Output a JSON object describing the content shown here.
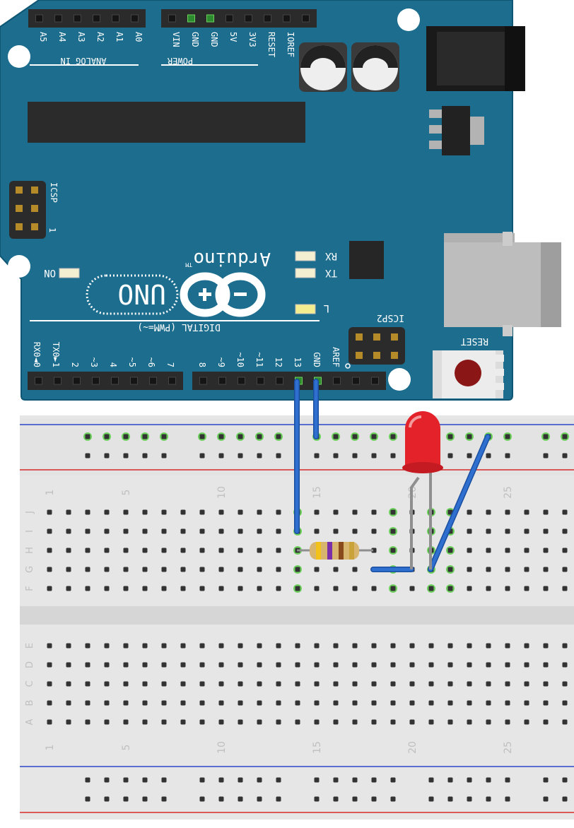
{
  "board": {
    "brand": "Arduino",
    "trademark": "TM",
    "model": "UNO",
    "analog_header": {
      "title": "ANALOG IN",
      "pins": [
        "A5",
        "A4",
        "A3",
        "A2",
        "A1",
        "A0"
      ]
    },
    "power_header": {
      "title": "POWER",
      "pins": [
        "VIN",
        "GND",
        "GND",
        "5V",
        "3V3",
        "RESET",
        "IOREF"
      ]
    },
    "digital_header": {
      "title": "DIGITAL (PWM=~)",
      "pins_right": [
        "8",
        "~9",
        "~10",
        "~11",
        "12",
        "13",
        "GND",
        "AREF"
      ],
      "pins_left": [
        "RX0◄0",
        "TX0►1",
        "2",
        "~3",
        "4",
        "~5",
        "~6",
        "7"
      ]
    },
    "leds": {
      "rx": "RX",
      "tx": "TX",
      "l": "L",
      "on": "ON"
    },
    "icsp": "ICSP",
    "icsp_pin1": "1",
    "icsp2": "ICSP2",
    "reset_label": "RESET",
    "colors": {
      "pcb": "#1d6d8e",
      "pcb_edge": "#0f5674",
      "header": "#2b2b2b",
      "silk": "#ffffff"
    }
  },
  "breadboard": {
    "column_numbers": [
      "1",
      "5",
      "10",
      "15",
      "20",
      "25"
    ],
    "rows_top": [
      "J",
      "I",
      "H",
      "G",
      "F"
    ],
    "rows_bottom": [
      "E",
      "D",
      "C",
      "B",
      "A"
    ],
    "colors": {
      "body": "#e9e9e9",
      "rail_red": "#d52b2b",
      "rail_blue": "#2b46c7",
      "hole": "#333333",
      "hole_connected": "#6fd15e"
    }
  },
  "components": {
    "resistor": {
      "bands": [
        "#f2c21b",
        "#7b2fa8",
        "#8a4a1c",
        "#c9a33a"
      ]
    },
    "led": {
      "color": "#e3222a"
    },
    "wires": {
      "color": "#2f6fcf"
    }
  }
}
